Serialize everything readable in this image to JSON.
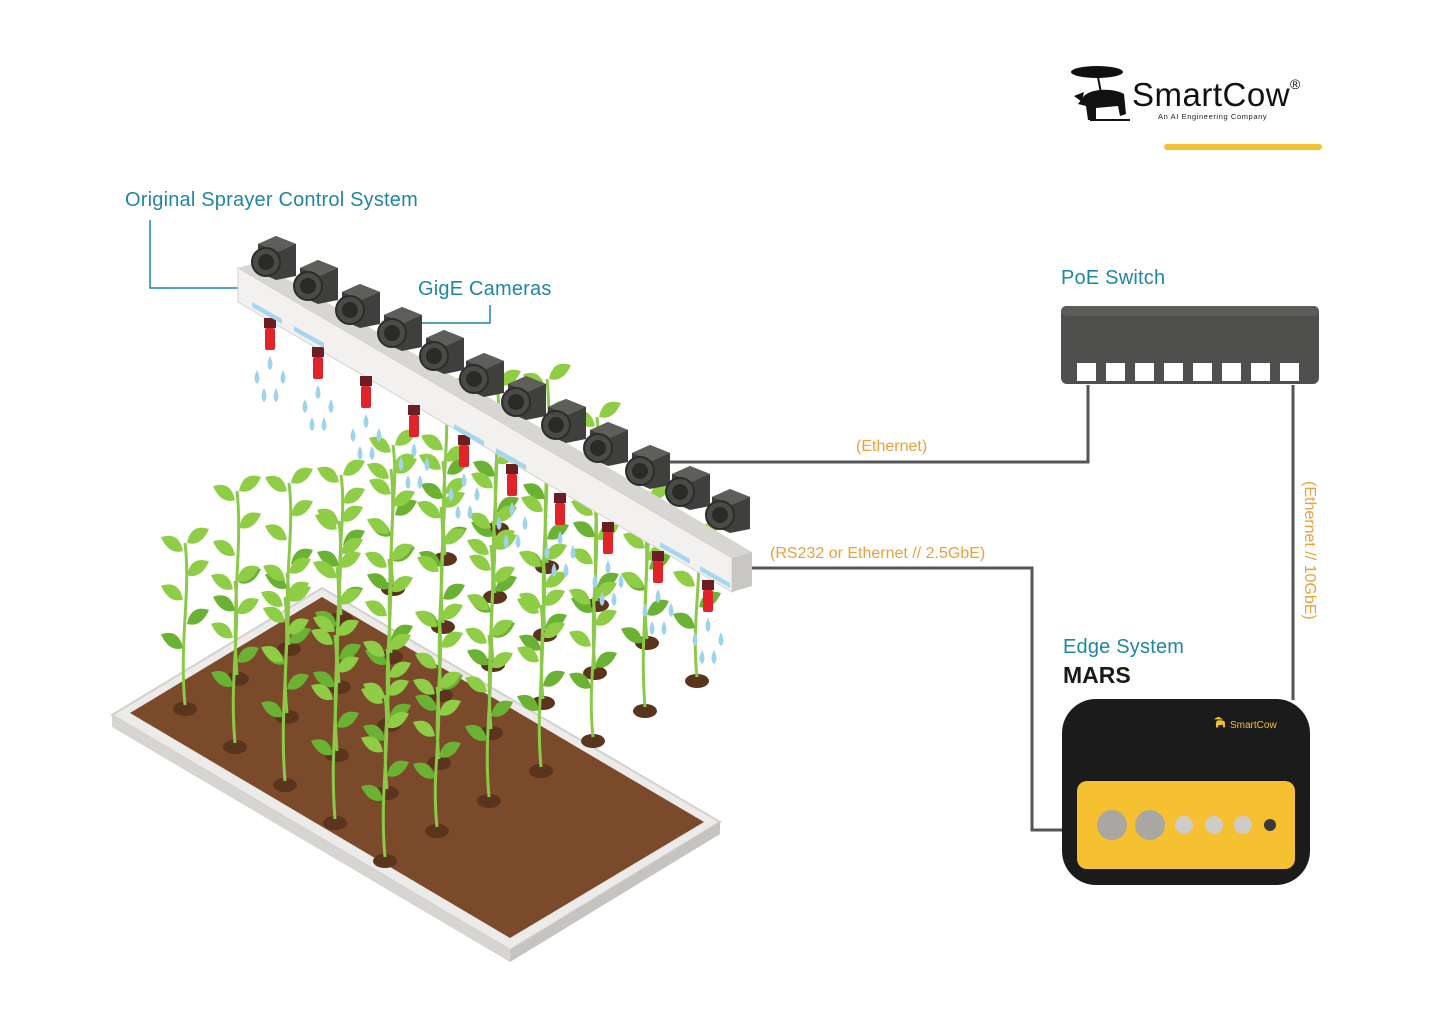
{
  "brand": {
    "name": "SmartCow",
    "registered": "®",
    "tagline": "An AI Engineering Company",
    "accent_color": "#f6c131"
  },
  "labels": {
    "sprayer": "Original Sprayer Control System",
    "cameras": "GigE Cameras",
    "poe_switch": "PoE Switch",
    "edge_system": "Edge System",
    "edge_name": "MARS"
  },
  "connections": {
    "camera_to_switch": "(Ethernet)",
    "sprayer_to_edge": "(RS232 or Ethernet // 2.5GbE)",
    "switch_to_edge": "(Ethernet // 10GbE)"
  },
  "colors": {
    "label_blue": "#1f86a3",
    "connection_orange": "#e8a23a",
    "cable": "#555555",
    "switch_body": "#4f4f4d",
    "mars_body": "#1b1b1b",
    "mars_panel": "#f6c131",
    "soil": "#7b4a2b",
    "leaf": "#7cbf3c",
    "nozzle": "#e0242a",
    "water": "#9fd3ea"
  },
  "icons": [
    "cow-logo-icon",
    "camera-icon",
    "nozzle-icon",
    "water-drop-icon",
    "plant-icon"
  ]
}
